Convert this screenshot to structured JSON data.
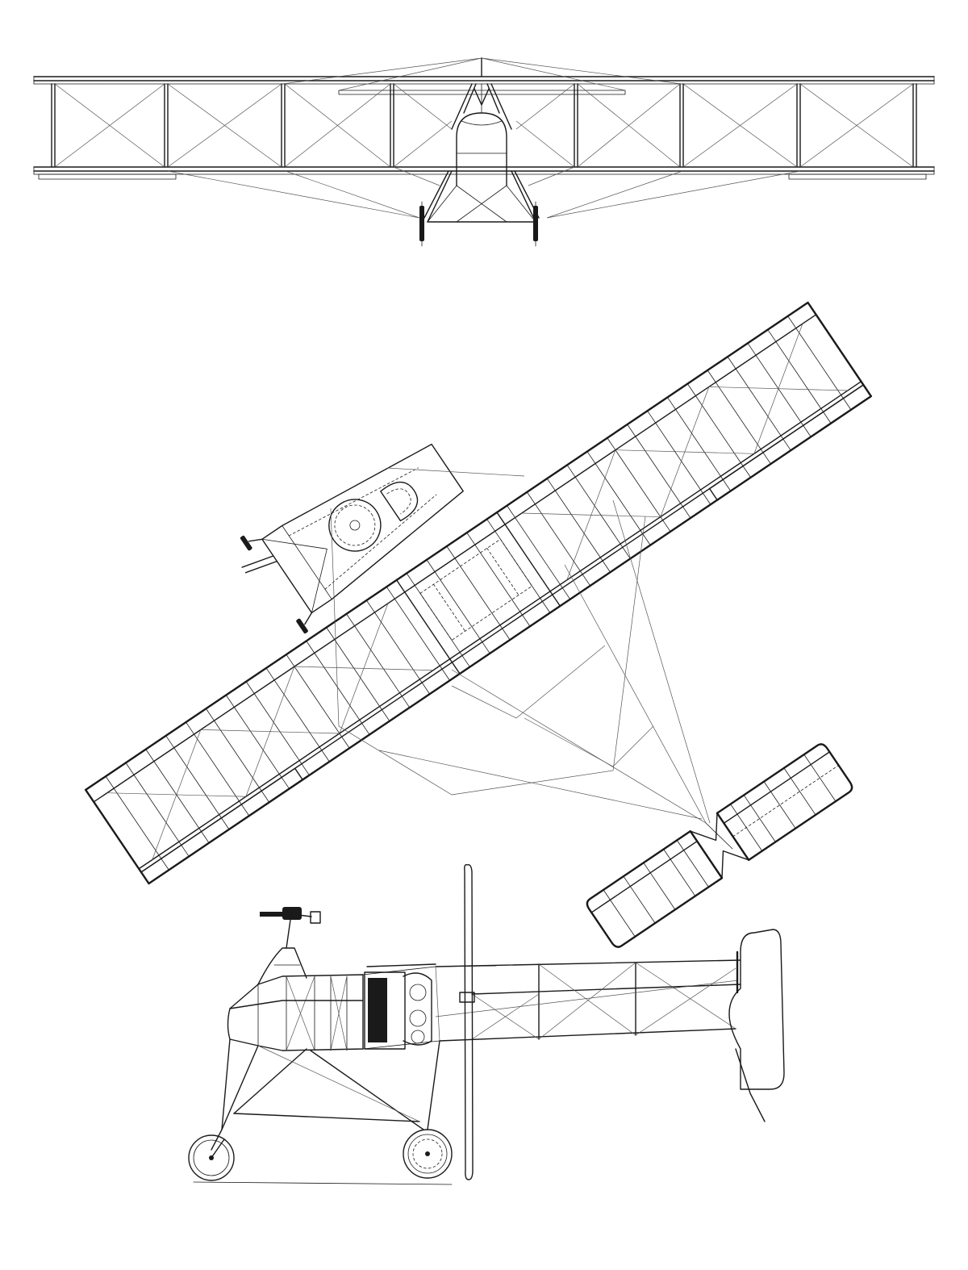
{
  "drawing": {
    "ink_color": "#1a1a1a",
    "wire_color": "#555555",
    "background": "#ffffff",
    "views": [
      "front-view",
      "plan-view",
      "side-view"
    ]
  }
}
